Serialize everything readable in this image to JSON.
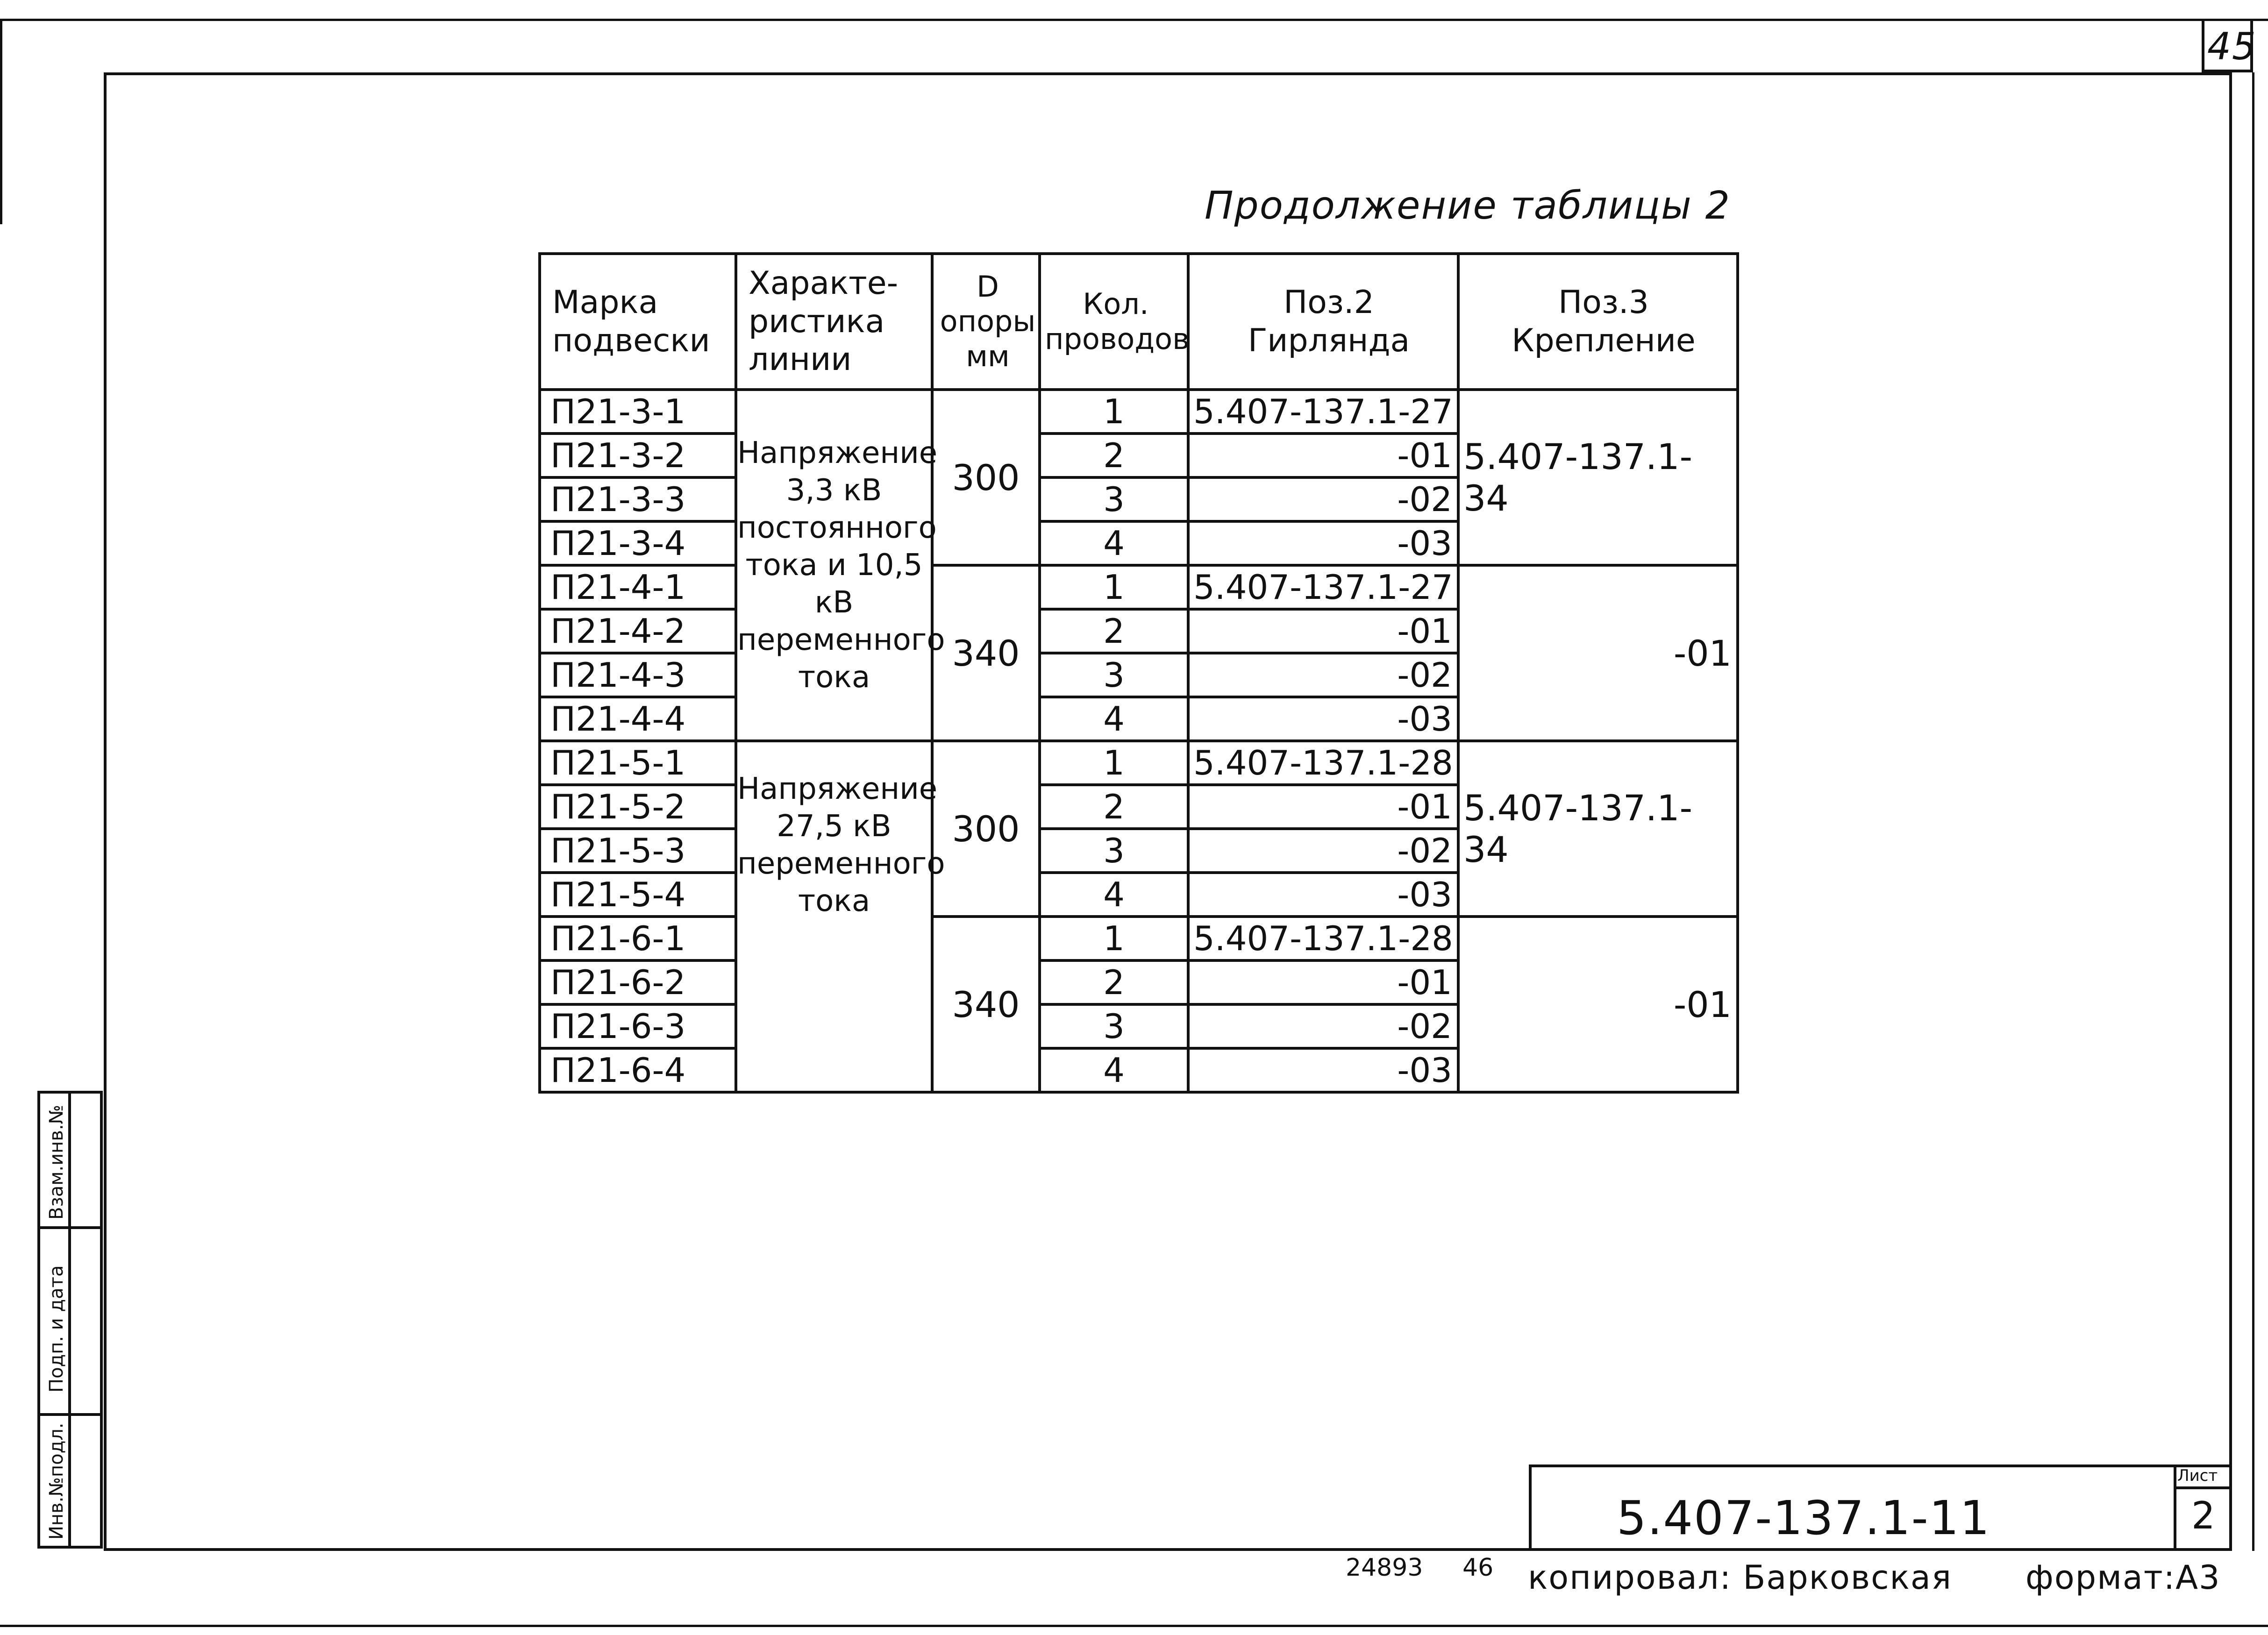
{
  "page": {
    "corner_number": "45",
    "caption": "Продолжение таблицы 2",
    "doc_code": "5.407-137.1-11",
    "sheet_label": "Лист",
    "sheet_number": "2",
    "inventory_note": "24893",
    "inventory_note_2": "46",
    "copied_by": "копировал: Барковская",
    "format": "формат:А3",
    "side_stamp": {
      "inv_orig": "Инв.№подл.",
      "sign_date": "Подп. и дата",
      "replace_inv": "Взам.инв.№"
    }
  },
  "table": {
    "headers": {
      "mark": "Марка подвески",
      "char": "Характе- ристика линии",
      "diam": "D опоры мм",
      "wires": "Кол. проводов",
      "pos2": "Поз.2 Гирлянда",
      "pos3": "Поз.3 Крепление"
    },
    "rows": [
      {
        "mark": "П21-3-1",
        "wires": "1",
        "pos2": "5.407-137.1-27"
      },
      {
        "mark": "П21-3-2",
        "wires": "2",
        "pos2": "-01"
      },
      {
        "mark": "П21-3-3",
        "wires": "3",
        "pos2": "-02"
      },
      {
        "mark": "П21-3-4",
        "wires": "4",
        "pos2": "-03"
      },
      {
        "mark": "П21-4-1",
        "wires": "1",
        "pos2": "5.407-137.1-27"
      },
      {
        "mark": "П21-4-2",
        "wires": "2",
        "pos2": "-01"
      },
      {
        "mark": "П21-4-3",
        "wires": "3",
        "pos2": "-02"
      },
      {
        "mark": "П21-4-4",
        "wires": "4",
        "pos2": "-03"
      },
      {
        "mark": "П21-5-1",
        "wires": "1",
        "pos2": "5.407-137.1-28"
      },
      {
        "mark": "П21-5-2",
        "wires": "2",
        "pos2": "-01"
      },
      {
        "mark": "П21-5-3",
        "wires": "3",
        "pos2": "-02"
      },
      {
        "mark": "П21-5-4",
        "wires": "4",
        "pos2": "-03"
      },
      {
        "mark": "П21-6-1",
        "wires": "1",
        "pos2": "5.407-137.1-28"
      },
      {
        "mark": "П21-6-2",
        "wires": "2",
        "pos2": "-01"
      },
      {
        "mark": "П21-6-3",
        "wires": "3",
        "pos2": "-02"
      },
      {
        "mark": "П21-6-4",
        "wires": "4",
        "pos2": "-03"
      }
    ],
    "char_groups": [
      "Напряжение 3,3 кВ постоянного тока и 10,5 кВ переменного тока",
      "Напряжение 27,5 кВ переменного тока"
    ],
    "diam_groups": [
      "300",
      "340",
      "300",
      "340"
    ],
    "pos3_groups": [
      "5.407-137.1-34",
      "-01",
      "5.407-137.1-34",
      "-01"
    ]
  }
}
